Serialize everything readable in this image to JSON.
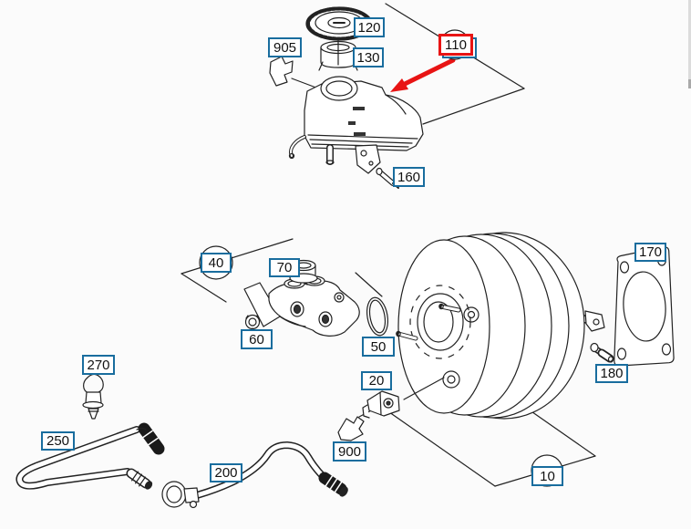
{
  "diagram": {
    "type": "exploded-parts-diagram",
    "subject": "Brake booster, master cylinder and fluid reservoir with hoses",
    "colors": {
      "label_border": "#196d9e",
      "highlight": "#e81414",
      "line": "#222222",
      "background": "#fbfbfb"
    },
    "highlighted_part": "110",
    "labels": [
      {
        "id": "cap",
        "text": "120",
        "style": "plain"
      },
      {
        "id": "seal-marker-905",
        "text": "905",
        "style": "plain"
      },
      {
        "id": "strainer",
        "text": "130",
        "style": "plain"
      },
      {
        "id": "reservoir",
        "text": "110",
        "style": "circled-highlighted-red"
      },
      {
        "id": "pin",
        "text": "160",
        "style": "plain"
      },
      {
        "id": "master-cylinder-assy",
        "text": "40",
        "style": "circled"
      },
      {
        "id": "grommet",
        "text": "70",
        "style": "plain"
      },
      {
        "id": "nut",
        "text": "60",
        "style": "plain"
      },
      {
        "id": "o-ring",
        "text": "50",
        "style": "plain"
      },
      {
        "id": "gasket",
        "text": "170",
        "style": "plain"
      },
      {
        "id": "stud",
        "text": "180",
        "style": "plain"
      },
      {
        "id": "sensor",
        "text": "20",
        "style": "plain"
      },
      {
        "id": "seal-marker-900",
        "text": "900",
        "style": "plain"
      },
      {
        "id": "clip",
        "text": "270",
        "style": "plain"
      },
      {
        "id": "hose-front",
        "text": "250",
        "style": "plain"
      },
      {
        "id": "hose-rear",
        "text": "200",
        "style": "plain"
      },
      {
        "id": "booster-assy",
        "text": "10",
        "style": "circled"
      }
    ]
  }
}
